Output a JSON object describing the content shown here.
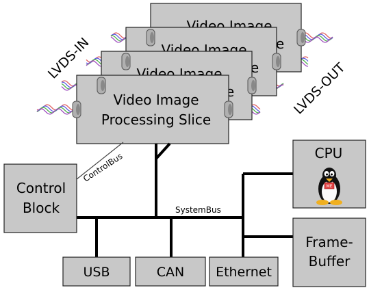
{
  "slices": {
    "title_line1": "Video Image",
    "title_line2": "Processing Slice",
    "count": 4
  },
  "labels": {
    "lvds_in": "LVDS-IN",
    "lvds_out": "LVDS-OUT",
    "control_bus": "ControlBus",
    "system_bus": "SystemBus"
  },
  "blocks": {
    "control_line1": "Control",
    "control_line2": "Block",
    "cpu": "CPU",
    "framebuffer_line1": "Frame-",
    "framebuffer_line2": "Buffer",
    "usb": "USB",
    "can": "CAN",
    "ethernet": "Ethernet"
  },
  "colors": {
    "box_fill": "#c8c8c8",
    "cable_red": "#e06060",
    "cable_blue": "#6060e0",
    "cable_green": "#50b050",
    "cable_purple": "#a050c0",
    "connector": "#b0b0b0"
  },
  "icons": {
    "cpu_logo": "tux-penguin-icon",
    "connector": "cable-connector-icon"
  }
}
